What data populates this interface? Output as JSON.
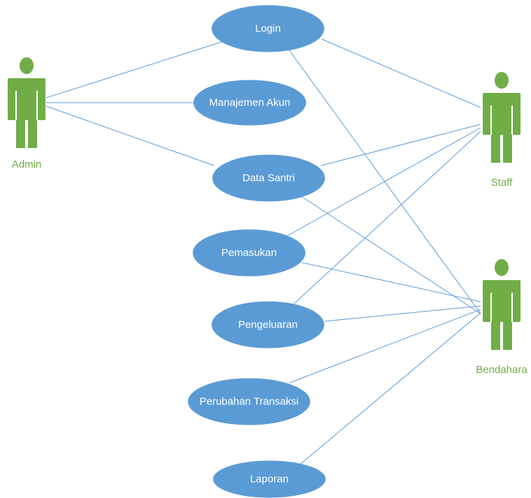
{
  "colors": {
    "use_case_fill": "#5b9bd5",
    "use_case_text": "#ffffff",
    "actor_fill": "#70ad47",
    "actor_label": "#70ad47",
    "association_line": "#5b9bd5"
  },
  "actors": [
    {
      "id": "admin",
      "label": "Admin"
    },
    {
      "id": "staff",
      "label": "Staff"
    },
    {
      "id": "bendahara",
      "label": "Bendahara"
    }
  ],
  "use_cases": [
    {
      "id": "login",
      "label": "Login"
    },
    {
      "id": "manajemen_akun",
      "label": "Manajemen Akun"
    },
    {
      "id": "data_santri",
      "label": "Data Santri"
    },
    {
      "id": "pemasukan",
      "label": "Pemasukan"
    },
    {
      "id": "pengeluaran",
      "label": "Pengeluaran"
    },
    {
      "id": "perubahan_transaksi",
      "label": "Perubahan Transaksi"
    },
    {
      "id": "laporan",
      "label": "Laporan"
    }
  ],
  "associations": [
    {
      "actor": "admin",
      "use_case": "login"
    },
    {
      "actor": "admin",
      "use_case": "manajemen_akun"
    },
    {
      "actor": "admin",
      "use_case": "data_santri"
    },
    {
      "actor": "staff",
      "use_case": "login"
    },
    {
      "actor": "staff",
      "use_case": "data_santri"
    },
    {
      "actor": "staff",
      "use_case": "pemasukan"
    },
    {
      "actor": "staff",
      "use_case": "pengeluaran"
    },
    {
      "actor": "bendahara",
      "use_case": "login"
    },
    {
      "actor": "bendahara",
      "use_case": "data_santri"
    },
    {
      "actor": "bendahara",
      "use_case": "pemasukan"
    },
    {
      "actor": "bendahara",
      "use_case": "pengeluaran"
    },
    {
      "actor": "bendahara",
      "use_case": "perubahan_transaksi"
    },
    {
      "actor": "bendahara",
      "use_case": "laporan"
    }
  ]
}
